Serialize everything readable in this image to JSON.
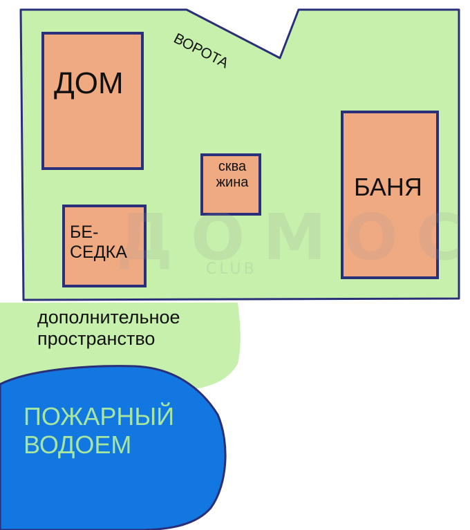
{
  "plan": {
    "house_label": "ДОМ",
    "gate_label": "ВОРОТА",
    "well_label_line1": "сква",
    "well_label_line2": "жина",
    "bathhouse_label": "БАНЯ",
    "gazebo_label_line1": "БЕ-",
    "gazebo_label_line2": "СЕДКА",
    "extra_space_line1": "дополнительное",
    "extra_space_line2": "пространство",
    "pond_label_line1": "ПОЖАРНЫЙ",
    "pond_label_line2": "ВОДОЕМ"
  },
  "watermark": {
    "brand": "ДОМОС",
    "suffix": "CLUB"
  },
  "colors": {
    "lot_fill": "#c6f0ab",
    "outline": "#2a2f7a",
    "building_fill": "#f0aa82",
    "pond_fill": "#1277e0",
    "pond_text": "#a6e6a0"
  }
}
